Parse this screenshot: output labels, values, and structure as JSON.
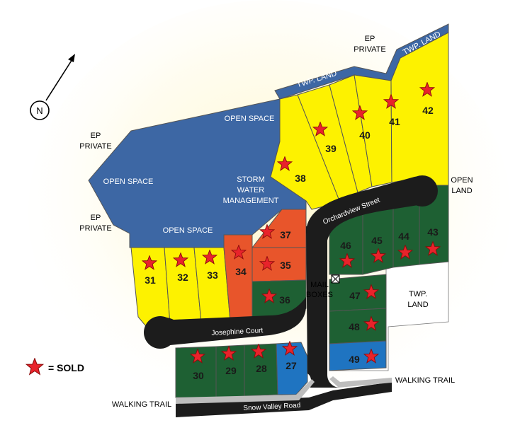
{
  "compass": {
    "label": "N"
  },
  "legend": {
    "label": "= SOLD"
  },
  "areas": {
    "open_space_top": "OPEN SPACE",
    "open_space_left": "OPEN SPACE",
    "open_space_bottom": "OPEN SPACE",
    "storm_water": [
      "STORM",
      "WATER",
      "MANAGEMENT"
    ],
    "ep_private_top": [
      "EP",
      "PRIVATE"
    ],
    "ep_private_left_1": [
      "EP",
      "PRIVATE"
    ],
    "ep_private_left_2": [
      "EP",
      "PRIVATE"
    ],
    "twp_land_top": "TWP. LAND",
    "twp_land_corner": "TWP. LAND",
    "twp_land_right": [
      "TWP.",
      "LAND"
    ],
    "open_land": [
      "OPEN",
      "LAND"
    ],
    "mail_boxes": [
      "MAIL",
      "BOXES"
    ],
    "walking_trail_left": "WALKING TRAIL",
    "walking_trail_right": "WALKING TRAIL"
  },
  "roads": {
    "orchardview": "Orchardview Street",
    "josephine": "Josephine Court",
    "snow_valley": "Snow Valley Road"
  },
  "colors": {
    "blue_open_space": "#3d67a4",
    "yellow_lot": "#fdf200",
    "orange_lot": "#e8552b",
    "green_lot": "#1e6033",
    "blue_lot": "#1f74c1",
    "road": "#1c1c1c",
    "star": "#e8232b"
  },
  "lots": [
    {
      "id": "27",
      "color": "blue",
      "sold": true
    },
    {
      "id": "28",
      "color": "green",
      "sold": true
    },
    {
      "id": "29",
      "color": "green",
      "sold": true
    },
    {
      "id": "30",
      "color": "green",
      "sold": true
    },
    {
      "id": "31",
      "color": "yellow",
      "sold": true
    },
    {
      "id": "32",
      "color": "yellow",
      "sold": true
    },
    {
      "id": "33",
      "color": "yellow",
      "sold": true
    },
    {
      "id": "34",
      "color": "orange",
      "sold": true
    },
    {
      "id": "35",
      "color": "green",
      "sold": true
    },
    {
      "id": "36",
      "color": "orange",
      "sold": true
    },
    {
      "id": "37",
      "color": "orange",
      "sold": true
    },
    {
      "id": "38",
      "color": "yellow",
      "sold": true
    },
    {
      "id": "39",
      "color": "yellow",
      "sold": true
    },
    {
      "id": "40",
      "color": "yellow",
      "sold": true
    },
    {
      "id": "41",
      "color": "yellow",
      "sold": true
    },
    {
      "id": "42",
      "color": "yellow",
      "sold": true
    },
    {
      "id": "43",
      "color": "green",
      "sold": true
    },
    {
      "id": "44",
      "color": "green",
      "sold": true
    },
    {
      "id": "45",
      "color": "green",
      "sold": true
    },
    {
      "id": "46",
      "color": "green",
      "sold": true
    },
    {
      "id": "47",
      "color": "green",
      "sold": true
    },
    {
      "id": "48",
      "color": "green",
      "sold": true
    },
    {
      "id": "49",
      "color": "blue",
      "sold": true
    }
  ]
}
